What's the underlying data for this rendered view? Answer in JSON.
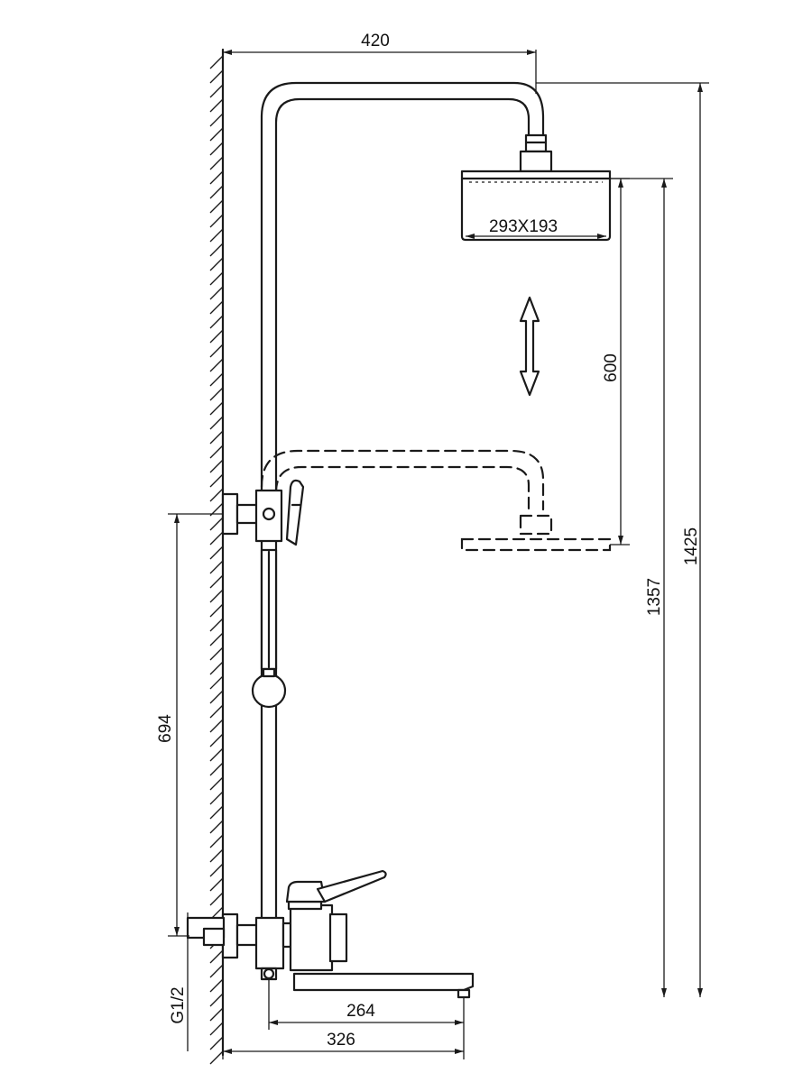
{
  "dimensions": {
    "top_width": "420",
    "head_size": "293X193",
    "adjust_range": "600",
    "head_height": "1357",
    "total_height": "1425",
    "holder_height": "694",
    "thread": "G1/2",
    "spout_length": "264",
    "projection": "326"
  },
  "colors": {
    "line": "#1a1a1a",
    "background": "#ffffff"
  }
}
